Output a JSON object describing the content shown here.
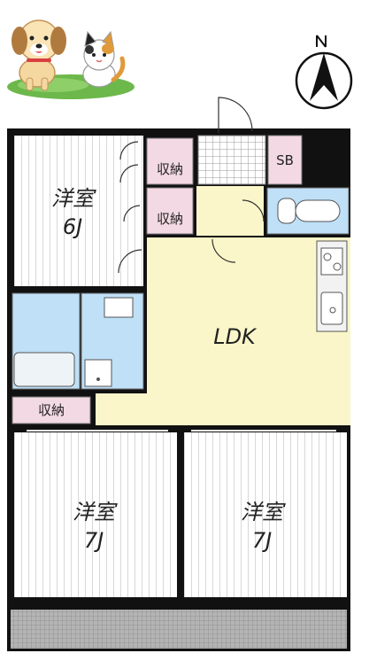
{
  "compass": {
    "north_label": "N"
  },
  "rooms": {
    "western_6": {
      "name": "洋室",
      "size": "6J"
    },
    "ldk": {
      "name": "LDK"
    },
    "western_7_left": {
      "name": "洋室",
      "size": "7J"
    },
    "western_7_right": {
      "name": "洋室",
      "size": "7J"
    },
    "closet_top": {
      "name": "収納"
    },
    "closet_mid": {
      "name": "収納"
    },
    "closet_bottom": {
      "name": "収納"
    },
    "shoe_box": {
      "name": "SB"
    }
  },
  "colors": {
    "wall": "#111111",
    "western_floor": "#ffffff",
    "ldk_floor": "#fbf6c9",
    "wet_area": "#bfe0f7",
    "storage": "#f3d9e3",
    "balcony": "#9a9a9a",
    "grass": "#6cb84a"
  }
}
